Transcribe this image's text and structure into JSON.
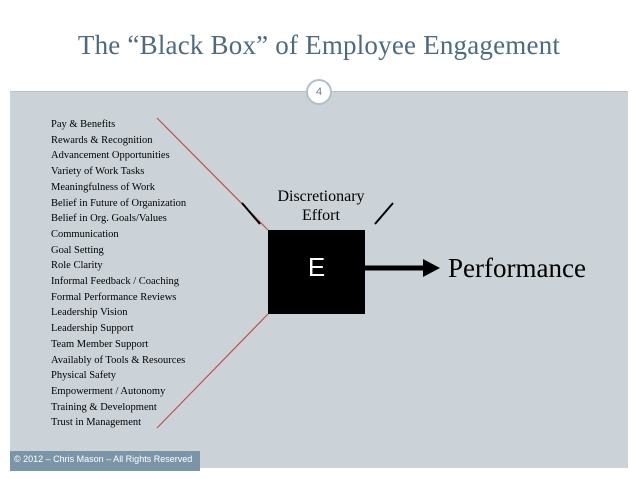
{
  "slide": {
    "title": "The “Black Box” of Employee Engagement",
    "page_number": "4",
    "footer": "© 2012 – Chris Mason – All Rights Reserved"
  },
  "diagram": {
    "factors": [
      "Pay & Benefits",
      "Rewards & Recognition",
      "Advancement Opportunities",
      "Variety of Work Tasks",
      "Meaningfulness of Work",
      "Belief in Future of Organization",
      "Belief in Org. Goals/Values",
      "Communication",
      "Goal Setting",
      "Role Clarity",
      "Informal Feedback / Coaching",
      "Formal Performance Reviews",
      "Leadership Vision",
      "Leadership Support",
      "Team Member Support",
      "Availably of Tools & Resources",
      "Physical Safety",
      "Empowerment / Autonomy",
      "Training & Development",
      "Trust in Management"
    ],
    "discretionary_label": "Discretionary Effort",
    "box_label": "E",
    "outcome_label": "Performance",
    "funnel_line_color": "#c0504d"
  }
}
